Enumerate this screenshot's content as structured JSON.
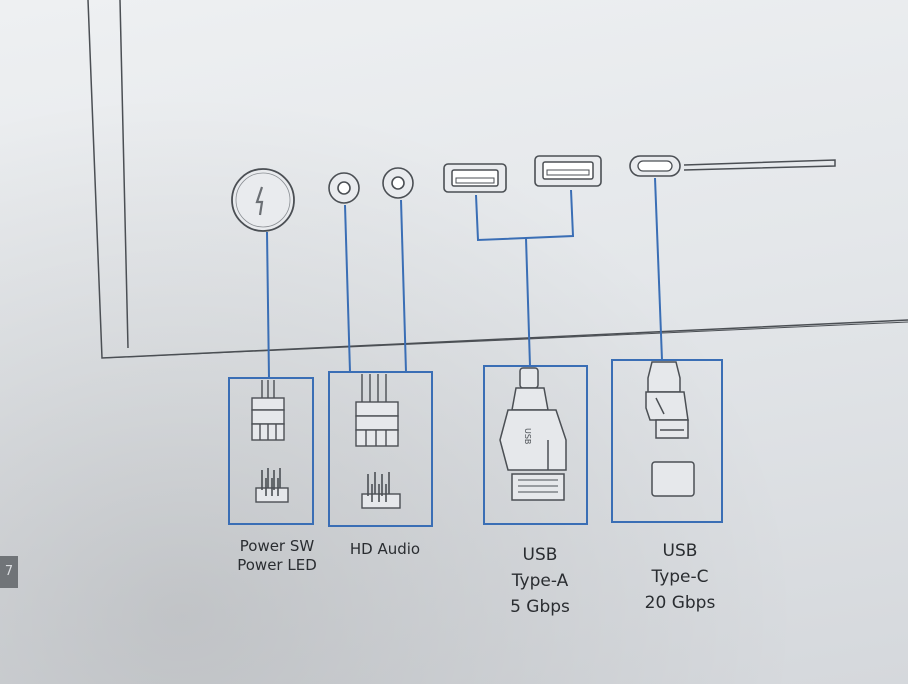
{
  "labels": {
    "power": [
      "Power SW",
      "Power LED"
    ],
    "audio": "HD Audio",
    "usba": [
      "USB",
      "Type-A",
      "5 Gbps"
    ],
    "usbc": [
      "USB",
      "Type-C",
      "20 Gbps"
    ]
  },
  "usb_a_connector_marking": "USB",
  "page_number": "7",
  "colors": {
    "line_blue": "#3a6eb5",
    "outline": "#4b4f54",
    "paper": "#e6e9ec"
  }
}
